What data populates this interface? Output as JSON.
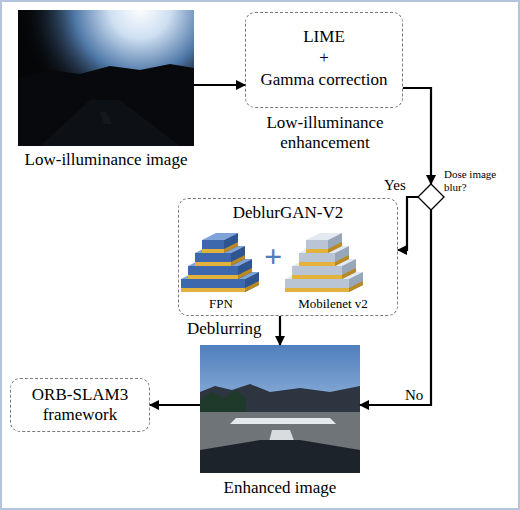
{
  "diagram": {
    "nodes": [
      {
        "text": [
          "Low-illuminance image"
        ]
      },
      {
        "text": [
          "LIME",
          "+",
          "Gamma correction",
          "Low-illuminance enhancement"
        ]
      },
      {
        "text": [
          "Dose image blur?"
        ]
      },
      {
        "text": [
          "DeblurGAN-V2",
          "Deblurring"
        ]
      },
      {
        "text": [
          "FPN"
        ],
        "in": 3
      },
      {
        "text": [
          "Mobilenet v2"
        ],
        "in": 3
      },
      {
        "text": [
          "Enhanced image"
        ]
      },
      {
        "text": [
          "ORB-SLAM3 framework"
        ]
      }
    ],
    "edges": [
      {
        "from": 0,
        "to": 1,
        "arrow": "to"
      },
      {
        "from": 1,
        "to": 2,
        "arrow": "to"
      },
      {
        "from": 2,
        "to": 3,
        "label": "Yes",
        "arrow": "to"
      },
      {
        "from": 3,
        "to": 6,
        "arrow": "to"
      },
      {
        "from": 2,
        "to": 6,
        "label": "No",
        "arrow": "to"
      },
      {
        "from": 6,
        "to": 7,
        "arrow": "to"
      }
    ],
    "labels": [
      "+"
    ]
  }
}
